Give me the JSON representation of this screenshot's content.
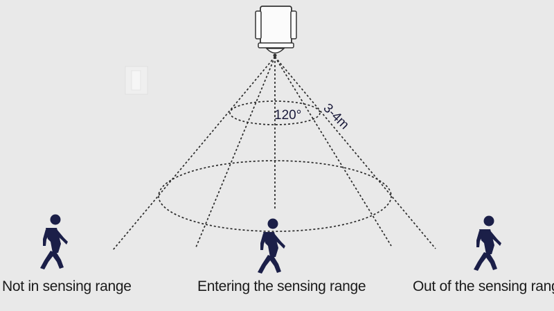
{
  "angle_label": "120°",
  "distance_label": "3-4m",
  "captions": {
    "left": "Not in sensing range",
    "center": "Entering the sensing range",
    "right": "Out of the sensing range"
  },
  "colors": {
    "background": "#e9e9e9",
    "figure": "#1b1f48",
    "sensor_outline": "#333333",
    "dashed_lines": "#2a2a2a"
  },
  "icons": [
    "motion-sensor-icon",
    "walking-person-icon"
  ]
}
